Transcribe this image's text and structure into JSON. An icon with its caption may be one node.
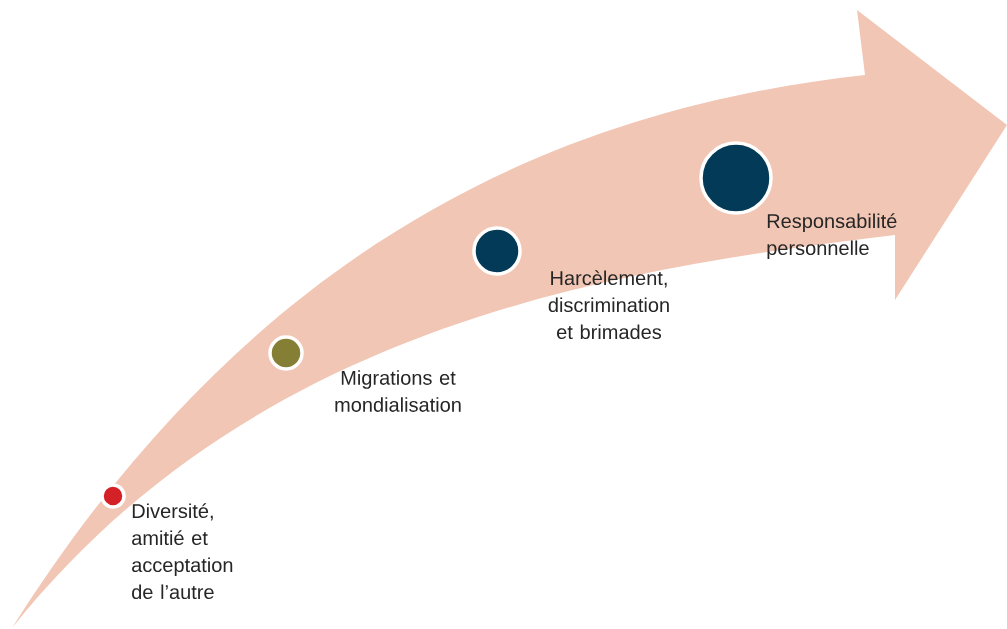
{
  "diagram": {
    "nodes": [
      {
        "text": [],
        "shape": "circle",
        "beside": [
          "Diversité, amitié et acceptation de l’autre"
        ]
      },
      {
        "text": [],
        "shape": "circle",
        "beside": [
          "Migrations et mondialisation"
        ]
      },
      {
        "text": [],
        "shape": "circle",
        "beside": [
          "Harcèlement, discrimination et brimades"
        ]
      },
      {
        "text": [],
        "shape": "circle",
        "beside": [
          "Responsabilité personnelle"
        ]
      }
    ]
  }
}
